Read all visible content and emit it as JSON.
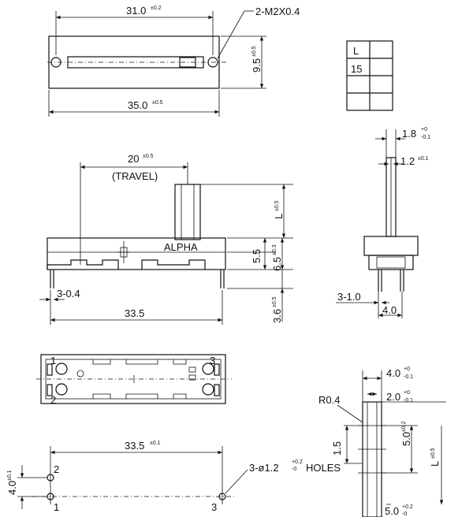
{
  "top_view": {
    "width_top": "31.0",
    "width_top_tol": "±0.2",
    "screw_note": "2-M2X0.4",
    "height": "9.5",
    "height_tol": "±0.5",
    "width_bottom": "35.0",
    "width_bottom_tol": "±0.5"
  },
  "table": {
    "rows": [
      [
        "L",
        ""
      ],
      [
        "15",
        ""
      ],
      [
        "",
        ""
      ],
      [
        "",
        ""
      ]
    ]
  },
  "side_view": {
    "travel_value": "20",
    "travel_tol": "±0.5",
    "travel_label": "(TRAVEL)",
    "brand": "ALPHA",
    "L_label": "L",
    "L_tol": "±0.5",
    "dim_5_5": "5.5",
    "dim_6_5": "6.5",
    "dim_6_5_tol": "±0.3",
    "pins_note": "3-0.4",
    "length": "33.5",
    "pin_height": "3.6",
    "pin_height_tol": "±0.5"
  },
  "end_view": {
    "dim_1_8": "1.8",
    "dim_1_8_tol_top": "+0",
    "dim_1_8_tol_bottom": "-0.1",
    "dim_1_2": "1.2",
    "dim_1_2_tol": "±0.1",
    "pins_note": "3-1.0",
    "dim_4_0": "4.0"
  },
  "bottom_view": {
    "pin_1": "1",
    "pin_2": "2",
    "pin_3": "3"
  },
  "pcb_layout": {
    "spacing": "33.5",
    "spacing_tol": "±0.1",
    "vertical": "4.0",
    "vertical_tol": "±0.1",
    "holes_note_pre": "3-ø1.2",
    "holes_tol_top": "+0.2",
    "holes_tol_bottom": "-0",
    "holes_note_post": "HOLES",
    "pin_1": "1",
    "pin_2": "2",
    "pin_3": "3"
  },
  "knob_detail": {
    "dim_4_0": "4.0",
    "dim_4_0_tol_top": "+0",
    "dim_4_0_tol_bottom": "-0.1",
    "radius": "R0.4",
    "dim_2_0": "2.0",
    "dim_2_0_tol_top": "+0",
    "dim_2_0_tol_bottom": "-0.1",
    "dim_1_5": "1.5",
    "dim_5_0": "5.0",
    "dim_5_0_tol": "±0.2",
    "L_label": "L",
    "L_tol": "±0.5",
    "dim_5_0_bottom": "5.0",
    "dim_5_0_bottom_tol_top": "+0.2",
    "dim_5_0_bottom_tol_bottom": "-0"
  }
}
